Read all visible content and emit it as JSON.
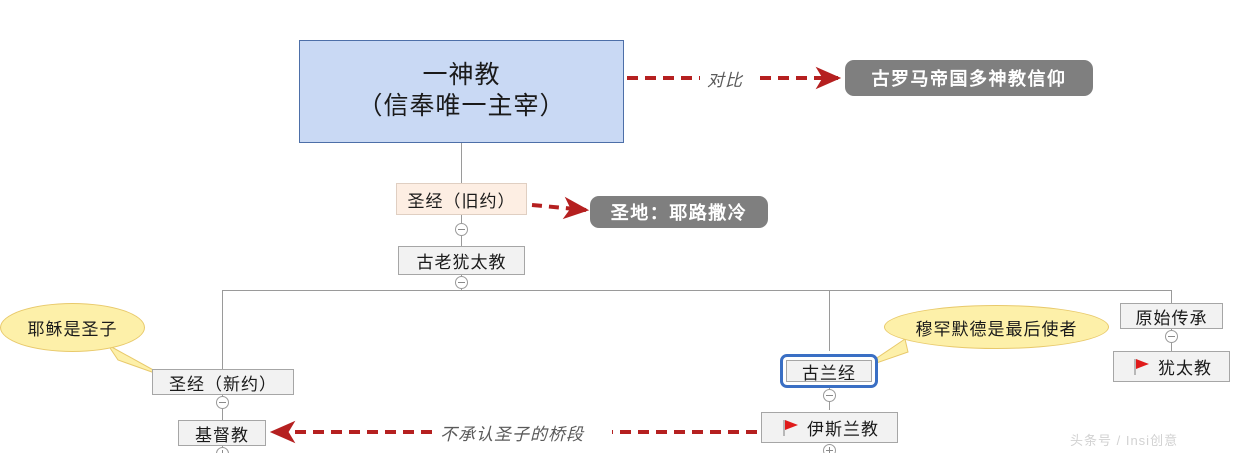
{
  "diagram": {
    "title_node": {
      "line1": "一神教",
      "line2": "（信奉唯一主宰）"
    },
    "nodes": {
      "old_testament": "圣经（旧约）",
      "ancient_judaism": "古老犹太教",
      "new_testament": "圣经（新约）",
      "christianity": "基督教",
      "quran": "古兰经",
      "islam": "伊斯兰教",
      "original_lineage": "原始传承",
      "judaism": "犹太教"
    },
    "annotations": {
      "roman_polytheism": "古罗马帝国多神教信仰",
      "holy_land": "圣地：耶路撒冷"
    },
    "relations": {
      "compare": "对比",
      "deny_son": "不承认圣子的桥段"
    },
    "callouts": {
      "jesus_is_son": "耶稣是圣子",
      "muhammad_last_messenger": "穆罕默德是最后使者"
    },
    "icons": {
      "flag": "red-flag-icon",
      "collapse": "collapse-minus-icon",
      "expand": "expand-plus-icon"
    },
    "colors": {
      "root_fill": "#c9d9f4",
      "root_border": "#4d6fa8",
      "node_fill": "#f2f2f2",
      "node_border": "#a6a6a6",
      "cream_fill": "#fdeee3",
      "pill_fill": "#7f7f7f",
      "callout_fill": "#fdf0a9",
      "relation_red": "#b52020",
      "selection_blue": "#3a6fc4"
    },
    "watermark": "头条号 / Insi创意"
  }
}
